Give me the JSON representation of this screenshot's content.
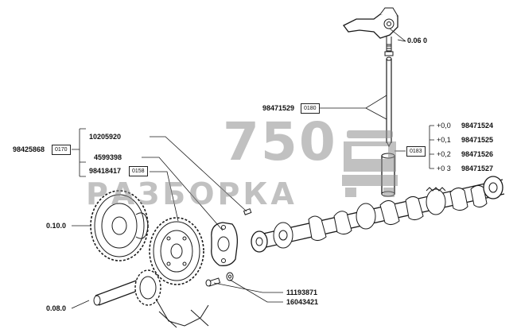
{
  "watermark": {
    "number": "750",
    "word": "РАЗБОРКА",
    "color": "#8f8f8f"
  },
  "labels": {
    "rocker_adjust": "0.06 0",
    "pushrod_part": "98471529",
    "pushrod_ref": "0180",
    "bolt_part_top": "10205920",
    "gear_group_part": "98425868",
    "gear_group_ref": "0170",
    "washer_part": "4599398",
    "plate_part": "98418417",
    "plate_ref": "0158",
    "tappet_ref": "0183",
    "left_gear_ref": "0.10.0",
    "shaft_ref": "0.08.0",
    "bolt_part_bottom": "11193871",
    "washer_part_bottom": "16043421"
  },
  "tappet_sizes": [
    {
      "size": "+0,0",
      "part": "98471524"
    },
    {
      "size": "+0,1",
      "part": "98471525"
    },
    {
      "size": "+0,2",
      "part": "98471526"
    },
    {
      "size": "+0 3",
      "part": "98471527"
    }
  ]
}
